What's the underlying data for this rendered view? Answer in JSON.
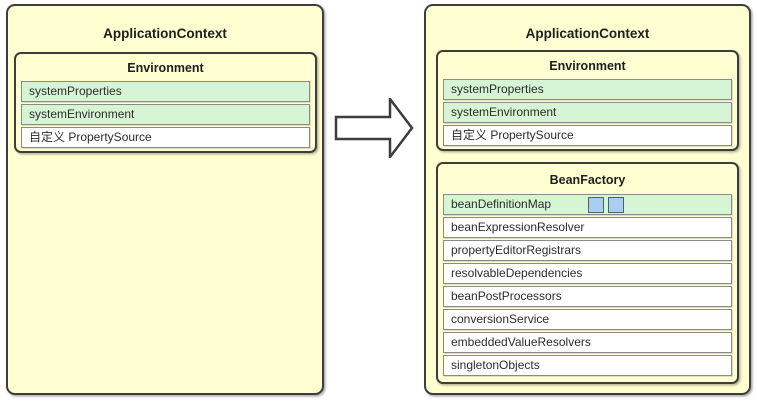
{
  "left_panel": {
    "title": "ApplicationContext",
    "environment": {
      "title": "Environment",
      "rows": [
        {
          "label": "systemProperties",
          "highlight": true
        },
        {
          "label": "systemEnvironment",
          "highlight": true
        },
        {
          "label": "自定义 PropertySource",
          "highlight": false
        }
      ]
    }
  },
  "arrow": {
    "name": "right-block-arrow",
    "direction": "right"
  },
  "right_panel": {
    "title": "ApplicationContext",
    "environment": {
      "title": "Environment",
      "rows": [
        {
          "label": "systemProperties",
          "highlight": true
        },
        {
          "label": "systemEnvironment",
          "highlight": true
        },
        {
          "label": "自定义 PropertySource",
          "highlight": false
        }
      ]
    },
    "bean_factory": {
      "title": "BeanFactory",
      "rows": [
        {
          "label": "beanDefinitionMap",
          "highlight": true,
          "squares": 2
        },
        {
          "label": "beanExpressionResolver",
          "highlight": false
        },
        {
          "label": "propertyEditorRegistrars",
          "highlight": false
        },
        {
          "label": "resolvableDependencies",
          "highlight": false
        },
        {
          "label": "beanPostProcessors",
          "highlight": false
        },
        {
          "label": "conversionService",
          "highlight": false
        },
        {
          "label": "embeddedValueResolvers",
          "highlight": false
        },
        {
          "label": "singletonObjects",
          "highlight": false
        }
      ]
    }
  },
  "colors": {
    "panel_fill": "#ffffd2",
    "panel_border": "#3d3d3d",
    "row_highlight": "#d6f5d4",
    "row_default": "#ffffff",
    "row_border": "#8a8a8a",
    "square_fill": "#a9cef1",
    "square_border": "#50616e",
    "text": "#2c2c2c"
  }
}
